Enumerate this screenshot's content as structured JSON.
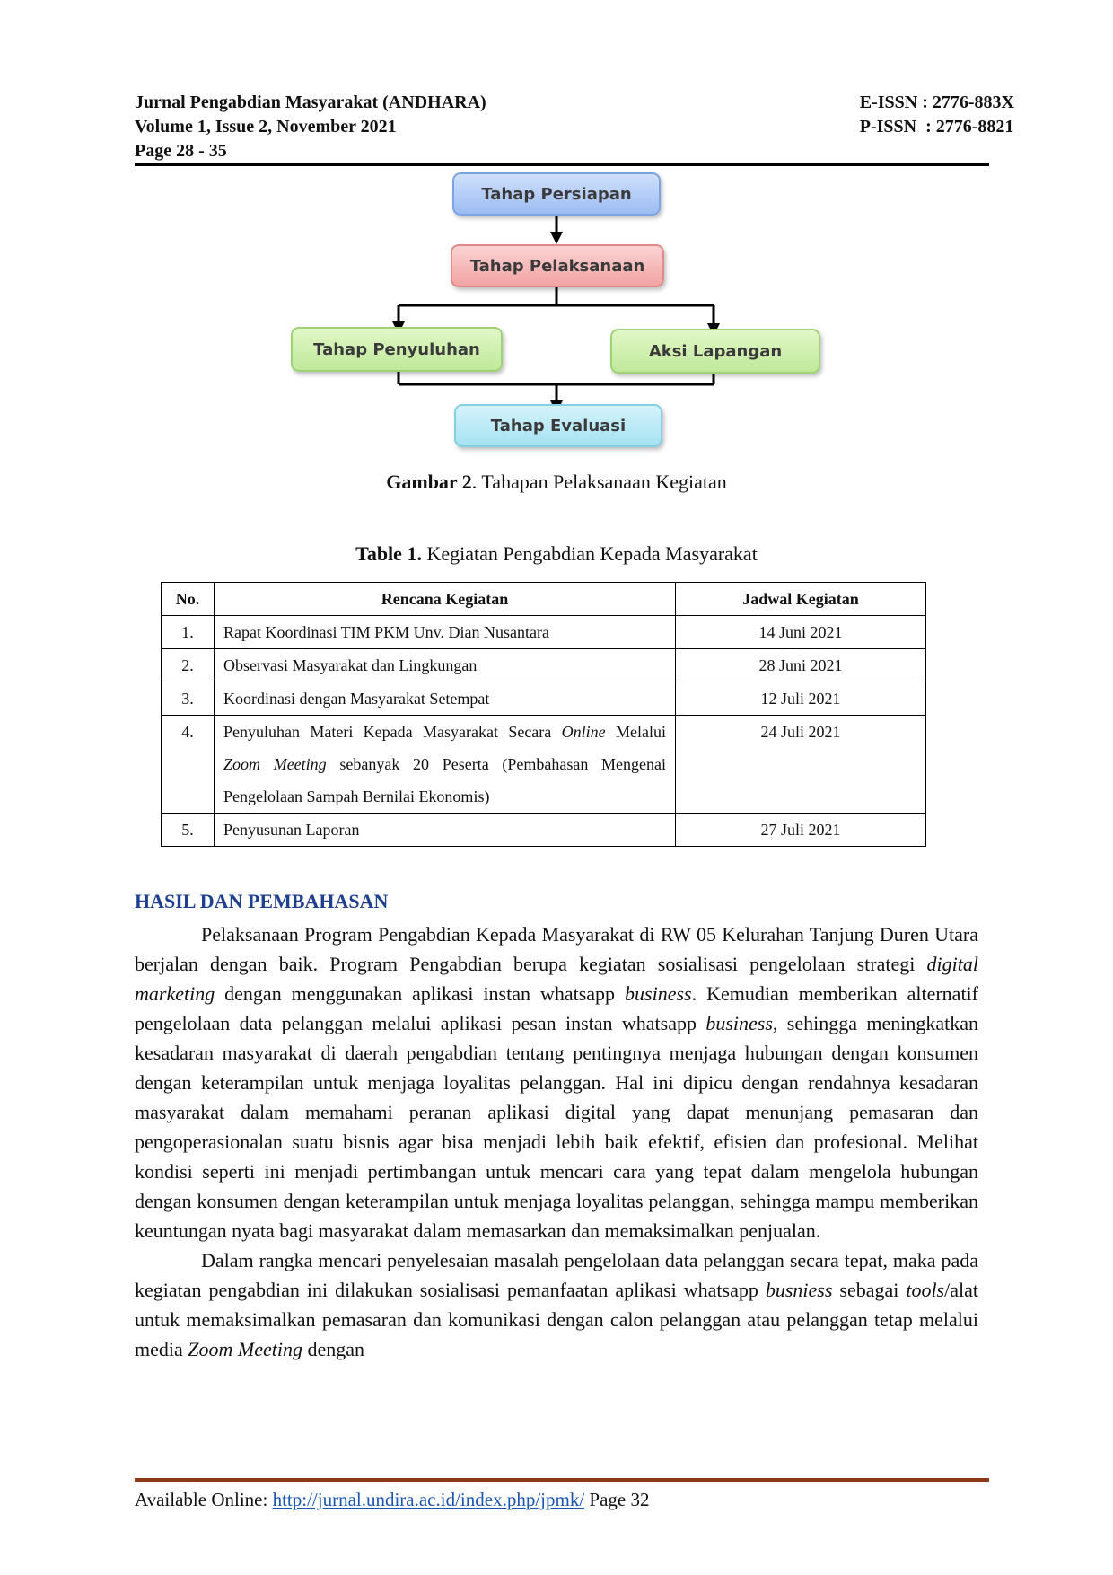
{
  "header": {
    "journal": "Jurnal Pengabdian Masyarakat (ANDHARA)",
    "volume": "Volume 1, Issue 2, November 2021",
    "pages": "Page 28 - 35",
    "eissn": "E-ISSN : 2776-883X",
    "pissn": "P-ISSN  : 2776-8821"
  },
  "figure": {
    "boxes": {
      "persiapan": "Tahap Persiapan",
      "pelaksanaan": "Tahap Pelaksanaan",
      "penyuluhan": "Tahap Penyuluhan",
      "aksi": "Aksi Lapangan",
      "evaluasi": "Tahap Evaluasi"
    },
    "caption_label": "Gambar 2",
    "caption_text": ". Tahapan Pelaksanaan Kegiatan"
  },
  "table": {
    "caption_label": "Table 1.",
    "caption_text": " Kegiatan Pengabdian Kepada Masyarakat",
    "headers": [
      "No.",
      "Rencana Kegiatan",
      "Jadwal Kegiatan"
    ],
    "rows": [
      {
        "no": "1.",
        "rencana": "Rapat Koordinasi TIM PKM Unv. Dian Nusantara",
        "jadwal": "14 Juni 2021"
      },
      {
        "no": "2.",
        "rencana": "Observasi Masyarakat dan Lingkungan",
        "jadwal": "28 Juni 2021"
      },
      {
        "no": "3.",
        "rencana": "Koordinasi dengan Masyarakat Setempat",
        "jadwal": "12 Juli 2021"
      },
      {
        "no": "4.",
        "rencana_a": "Penyuluhan Materi Kepada Masyarakat Secara ",
        "rencana_b": "Online",
        "rencana_c": " Melalui ",
        "rencana_d": "Zoom Meeting",
        "rencana_e": " sebanyak 20 Peserta (Pembahasan Mengenai Pengelolaan Sampah Bernilai Ekonomis)",
        "jadwal": "24 Juli 2021"
      },
      {
        "no": "5.",
        "rencana": "Penyusunan Laporan",
        "jadwal": "27 Juli 2021"
      }
    ]
  },
  "section_title": "HASIL DAN PEMBAHASAN",
  "paragraph1": {
    "a": "Pelaksanaan Program Pengabdian Kepada Masyarakat di RW 05 Kelurahan Tanjung Duren Utara berjalan dengan baik. Program Pengabdian berupa kegiatan sosialisasi pengelolaan strategi ",
    "b": "digital marketing",
    "c": " dengan menggunakan aplikasi instan whatsapp ",
    "d": "business",
    "e": ". Kemudian memberikan alternatif pengelolaan data pelanggan melalui aplikasi pesan instan whatsapp ",
    "f": "business",
    "g": ", sehingga meningkatkan kesadaran masyarakat di daerah pengabdian tentang pentingnya menjaga hubungan dengan konsumen dengan keterampilan untuk menjaga loyalitas pelanggan. Hal ini dipicu dengan rendahnya kesadaran masyarakat dalam memahami peranan aplikasi digital yang dapat menunjang pemasaran dan pengoperasionalan suatu bisnis agar bisa menjadi lebih baik efektif, efisien dan profesional. Melihat kondisi seperti ini menjadi pertimbangan untuk mencari cara yang tepat dalam mengelola hubungan dengan konsumen dengan keterampilan untuk menjaga loyalitas pelanggan, sehingga mampu memberikan keuntungan nyata bagi masyarakat dalam memasarkan dan memaksimalkan penjualan."
  },
  "paragraph2": {
    "a": "Dalam rangka mencari penyelesaian masalah pengelolaan data pelanggan secara tepat, maka pada kegiatan pengabdian ini dilakukan sosialisasi pemanfaatan aplikasi whatsapp ",
    "b": "busniess",
    "c": " sebagai ",
    "d": "tools",
    "e": "/alat untuk memaksimalkan pemasaran dan komunikasi dengan calon pelanggan atau pelanggan tetap melalui media ",
    "f": "Zoom Meeting",
    "g": " dengan"
  },
  "footer": {
    "label": "Available Online: ",
    "url": "http://jurnal.undira.ac.id/index.php/jpmk/",
    "page": " Page 32"
  }
}
